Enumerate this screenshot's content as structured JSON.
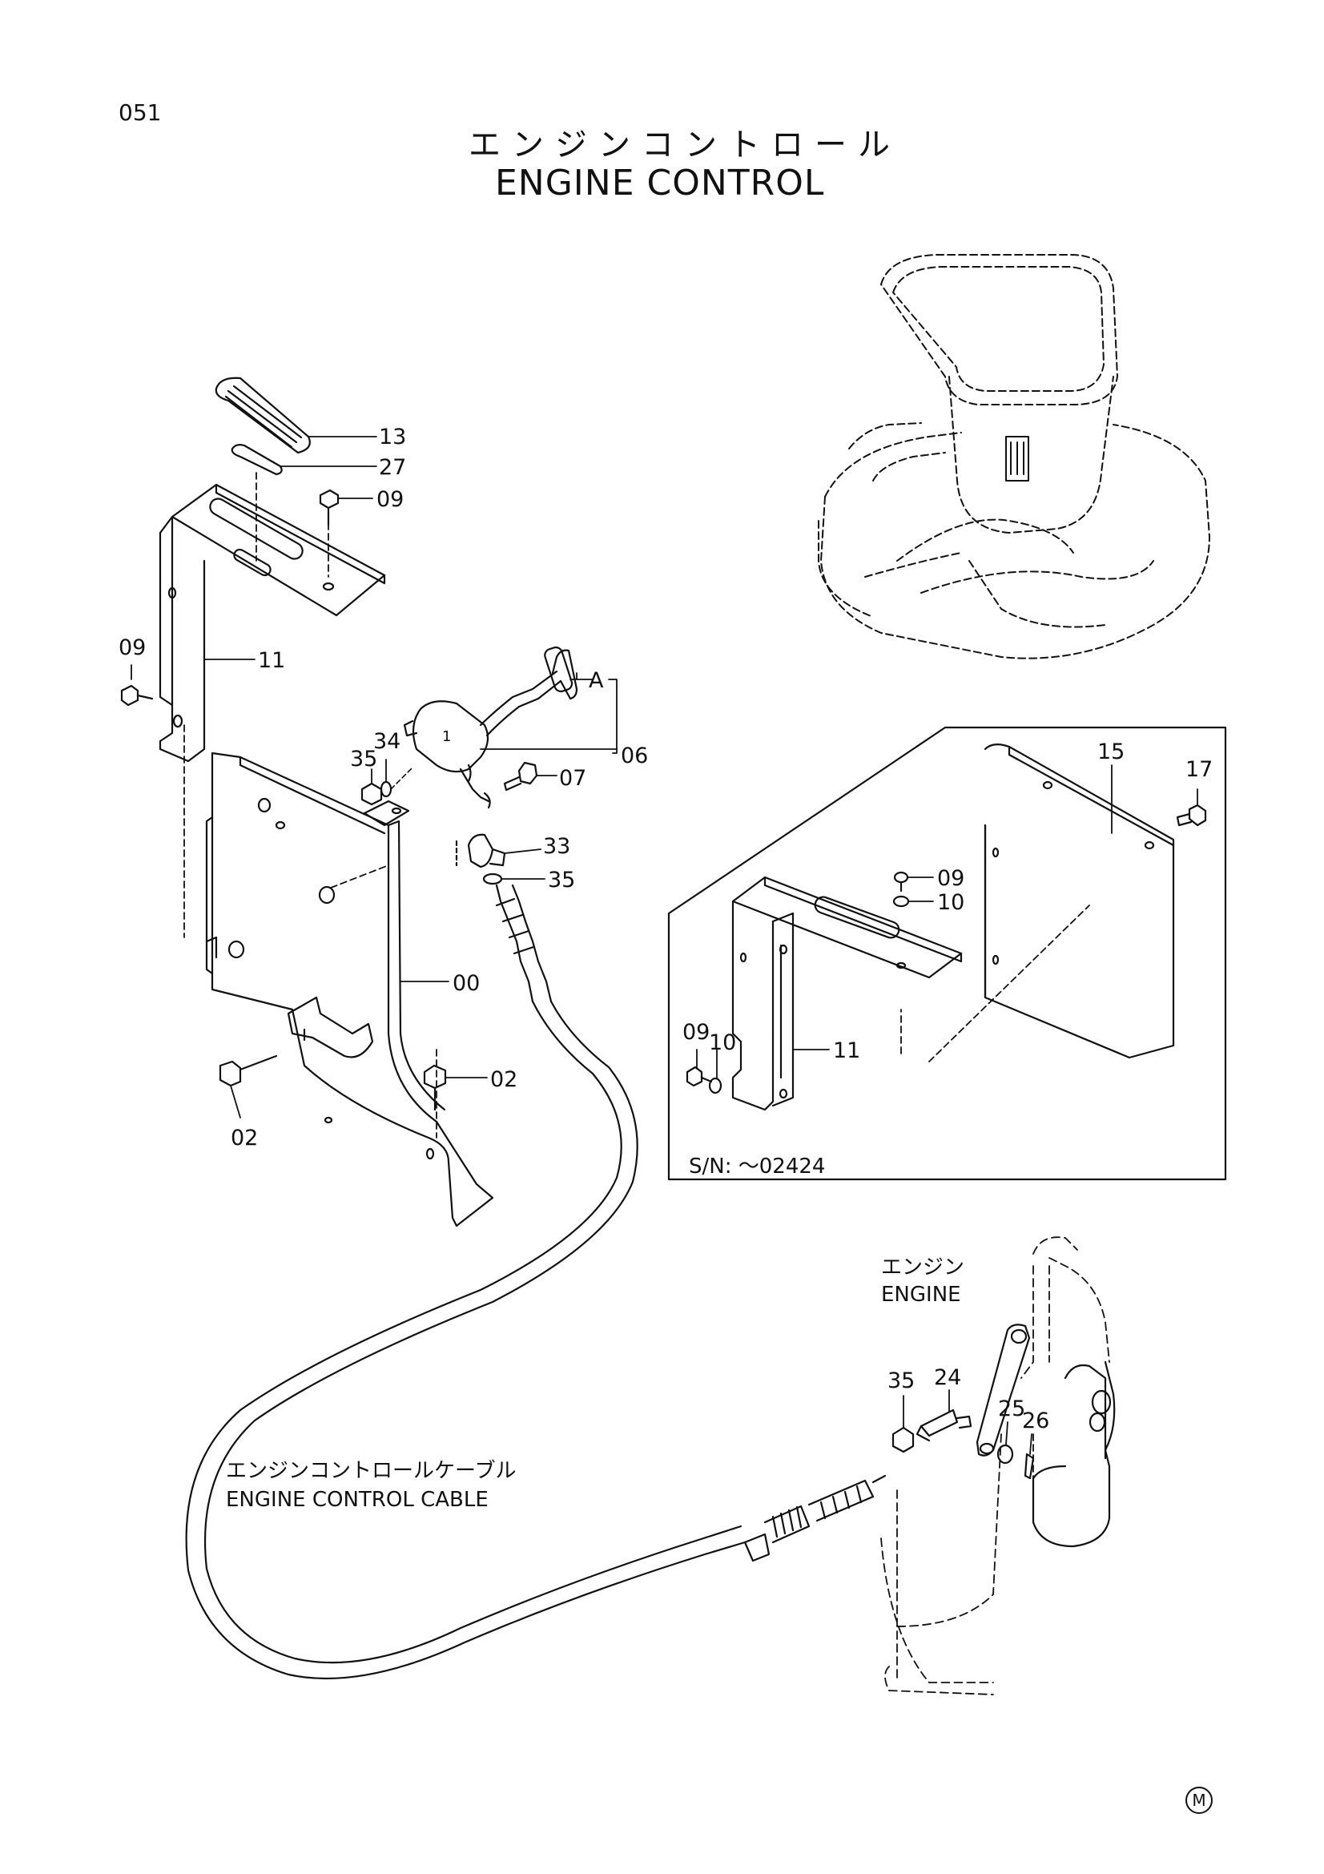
{
  "page": {
    "number": "051",
    "title_jp": "エンジンコントロール",
    "title_en": "ENGINE CONTROL"
  },
  "inset": {
    "serial_note": "S/N: ～02424"
  },
  "notes": {
    "engine_jp": "エンジン",
    "engine_en": "ENGINE",
    "cable_jp": "エンジンコントロールケーブル",
    "cable_en": "ENGINE CONTROL CABLE"
  },
  "callouts": [
    {
      "id": "callout-13",
      "text": "13"
    },
    {
      "id": "callout-27",
      "text": "27"
    },
    {
      "id": "callout-09-top",
      "text": "09"
    },
    {
      "id": "callout-09-left",
      "text": "09"
    },
    {
      "id": "callout-11-main",
      "text": "11"
    },
    {
      "id": "callout-A",
      "text": "A"
    },
    {
      "id": "callout-06",
      "text": "06"
    },
    {
      "id": "callout-35-upper",
      "text": "35"
    },
    {
      "id": "callout-34",
      "text": "34"
    },
    {
      "id": "callout-07",
      "text": "07"
    },
    {
      "id": "callout-33",
      "text": "33"
    },
    {
      "id": "callout-35-mid",
      "text": "35"
    },
    {
      "id": "callout-00",
      "text": "00"
    },
    {
      "id": "callout-02-right",
      "text": "02"
    },
    {
      "id": "callout-02-left",
      "text": "02"
    },
    {
      "id": "callout-15",
      "text": "15"
    },
    {
      "id": "callout-17",
      "text": "17"
    },
    {
      "id": "callout-09-inset",
      "text": "09"
    },
    {
      "id": "callout-10-inset",
      "text": "10"
    },
    {
      "id": "callout-09-inset-left",
      "text": "09"
    },
    {
      "id": "callout-10-inset-left",
      "text": "10"
    },
    {
      "id": "callout-11-inset",
      "text": "11"
    },
    {
      "id": "callout-24",
      "text": "24"
    },
    {
      "id": "callout-35-lower",
      "text": "35"
    },
    {
      "id": "callout-25",
      "text": "25"
    },
    {
      "id": "callout-26",
      "text": "26"
    }
  ],
  "mark": "M"
}
